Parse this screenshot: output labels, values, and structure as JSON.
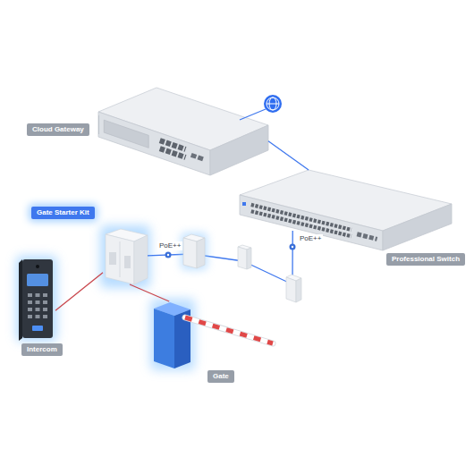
{
  "diagram": {
    "nodes": [
      {
        "text": [
          "Cloud Gateway"
        ]
      },
      {
        "text": [
          "Gate Starter Kit"
        ]
      },
      {
        "text": [
          "Professional Switch"
        ]
      },
      {
        "text": [
          "Intercom"
        ]
      },
      {
        "text": [
          "Gate"
        ]
      }
    ],
    "edges": [
      {
        "from": 0,
        "to": 2,
        "arrow": "none"
      },
      {
        "from": 2,
        "to": 1,
        "arrow": "none",
        "label": "PoE++"
      },
      {
        "from": 3,
        "to": 1,
        "arrow": "none"
      },
      {
        "from": 1,
        "to": 4,
        "arrow": "none"
      }
    ],
    "labels": [
      "PoE++"
    ]
  }
}
